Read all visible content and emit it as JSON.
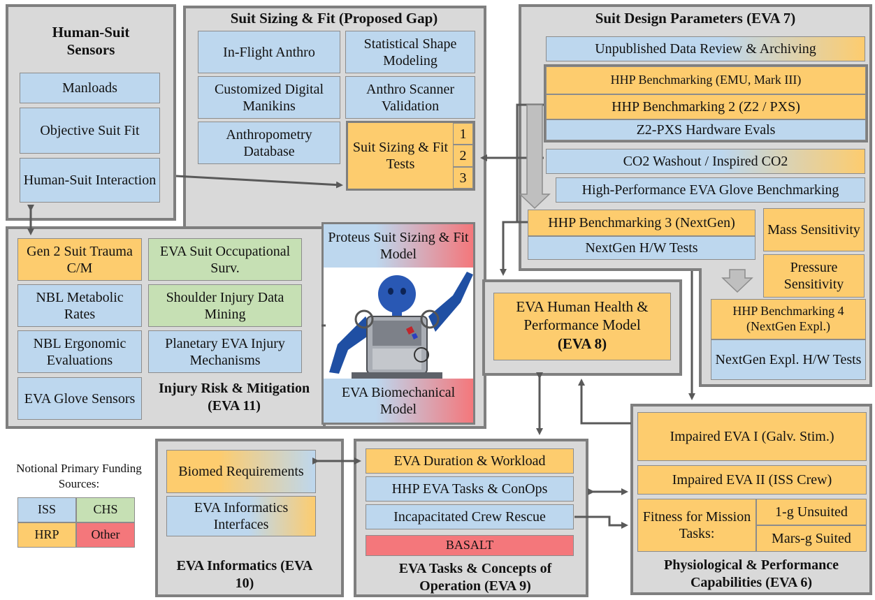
{
  "colors": {
    "iss": "#bdd7ee",
    "chs": "#c6e0b4",
    "hrp": "#fdcc6e",
    "other": "#f4777b",
    "panel": "#d9d9d9",
    "border": "#7f7f7f",
    "arrow": "#595959"
  },
  "sensors": {
    "title": "Human-Suit Sensors",
    "items": [
      "Manloads",
      "Objective Suit Fit",
      "Human-Suit Interaction"
    ]
  },
  "sizing": {
    "title": "Suit Sizing & Fit (Proposed Gap)",
    "items": [
      "In-Flight Anthro",
      "Statistical Shape Modeling",
      "Customized Digital Manikins",
      "Anthro Scanner Validation",
      "Anthropometry Database"
    ],
    "tests_label": "Suit Sizing & Fit Tests",
    "tests_numbers": [
      "1",
      "2",
      "3"
    ]
  },
  "design": {
    "title": "Suit Design Parameters (EVA 7)",
    "unpublished": "Unpublished Data Review & Archiving",
    "hhp1": "HHP Benchmarking (EMU, Mark III)",
    "hhp2": "HHP Benchmarking 2 (Z2 / PXS)",
    "z2": "Z2-PXS Hardware Evals",
    "co2": "CO2 Washout / Inspired CO2",
    "glove": "High-Performance EVA Glove Benchmarking",
    "hhp3": "HHP Benchmarking 3 (NextGen)",
    "nextgen_hw": "NextGen H/W Tests",
    "mass": "Mass Sensitivity",
    "pressure": "Pressure Sensitivity",
    "hhp4": "HHP Benchmarking 4 (NextGen Expl.)",
    "nextgen_expl": "NextGen Expl. H/W Tests"
  },
  "injury": {
    "label": "Injury Risk & Mitigation (EVA 11)",
    "items": [
      "Gen 2 Suit Trauma C/M",
      "EVA Suit Occupational Surv.",
      "NBL Metabolic Rates",
      "Shoulder Injury Data Mining",
      "NBL Ergonomic Evaluations",
      "Planetary EVA Injury Mechanisms",
      "EVA Glove Sensors"
    ]
  },
  "center": {
    "proteus": "Proteus Suit Sizing & Fit Model",
    "biomech": "EVA Biomechanical Model"
  },
  "model": {
    "label": "EVA Human Health & Performance Model",
    "code": "(EVA 8)"
  },
  "informatics": {
    "label": "EVA Informatics (EVA 10)",
    "items": [
      "Biomed Requirements",
      "EVA Informatics Interfaces"
    ]
  },
  "tasks": {
    "label": "EVA Tasks & Concepts of Operation (EVA 9)",
    "items": [
      "EVA Duration & Workload",
      "HHP EVA Tasks & ConOps",
      "Incapacitated Crew Rescue",
      "BASALT"
    ]
  },
  "physio": {
    "label": "Physiological & Performance Capabilities (EVA 6)",
    "impaired1": "Impaired EVA I (Galv. Stim.)",
    "impaired2": "Impaired EVA II (ISS Crew)",
    "fitness": "Fitness for Mission Tasks:",
    "unsuited": "1-g Unsuited",
    "suited": "Mars-g Suited"
  },
  "legend": {
    "title": "Notional Primary Funding Sources:",
    "iss": "ISS",
    "chs": "CHS",
    "hrp": "HRP",
    "other": "Other"
  }
}
